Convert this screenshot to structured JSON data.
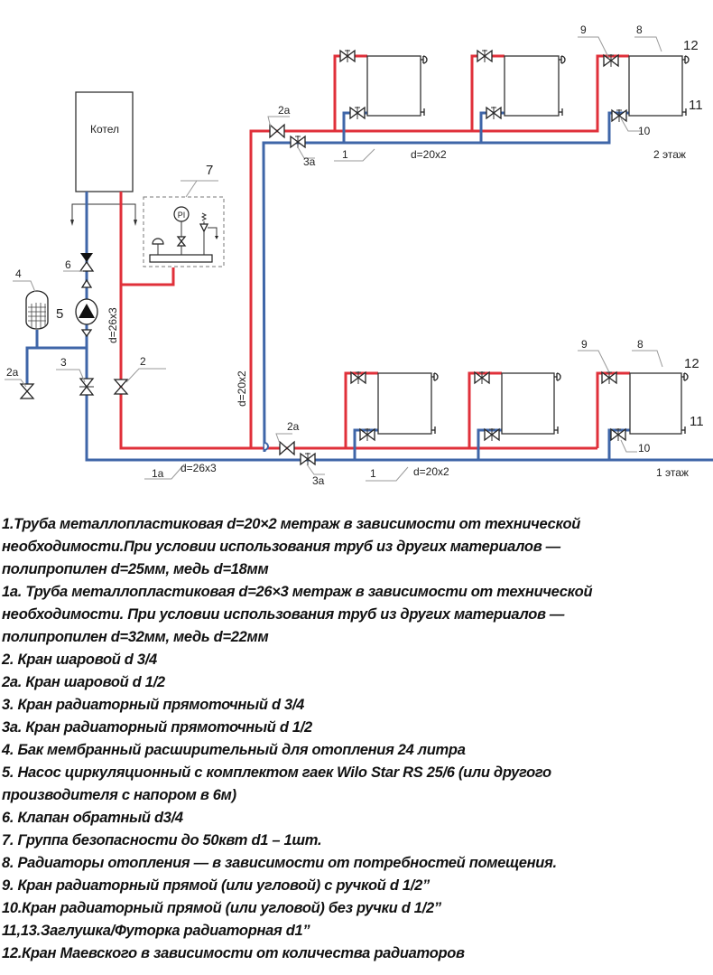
{
  "diagram": {
    "boiler_label": "Котел",
    "floor2_label": "2 этаж",
    "floor1_label": "1 этаж",
    "pipe_d20": "d=20x2",
    "pipe_d26": "d=26x3",
    "gauge_label": "PI",
    "markers": {
      "m1": "1",
      "m1a": "1a",
      "m2": "2",
      "m2a": "2a",
      "m3": "3",
      "m3a": "3a",
      "m4": "4",
      "m5": "5",
      "m6": "6",
      "m7": "7",
      "m8": "8",
      "m9": "9",
      "m10": "10",
      "m11": "11",
      "m12": "12"
    },
    "colors": {
      "supply": "#e0303a",
      "return": "#3f66a8"
    }
  },
  "legend": {
    "lines": [
      "1.Труба металлопластиковая  d=20×2  метраж в зависимости от технической",
      "необходимости.При условии использования труб из других материалов —",
      "полипропилен  d=25мм, медь d=18мм",
      "1а. Труба металлопластиковая  d=26×3  метраж в зависимости от технической",
      "необходимости. При условии использования труб из других материалов —",
      "полипропилен  d=32мм, медь d=22мм",
      "2. Кран шаровой   d 3/4",
      "2а. Кран шаровой   d 1/2",
      "3. Кран радиаторный прямоточный d 3/4",
      "3а. Кран радиаторный прямоточный d 1/2",
      "4. Бак мембранный расширительный для отопления 24 литра",
      "5. Насос циркуляционный с комплектом гаек Wilo Star RS 25/6 (или другого",
      "производителя с напором в 6м)",
      "6. Клапан обратный d3/4",
      "7. Группа безопасности  до 50квт d1 – 1шт.",
      "8. Радиаторы отопления — в зависимости от потребностей помещения.",
      "9. Кран радиаторный прямой (или угловой) с ручкой d 1/2”",
      "10.Кран радиаторный прямой (или угловой) без ручки d 1/2”",
      "11,13.Заглушка/Футорка радиаторная d1”",
      "12.Кран Маевского в зависимости от количества радиаторов"
    ]
  }
}
